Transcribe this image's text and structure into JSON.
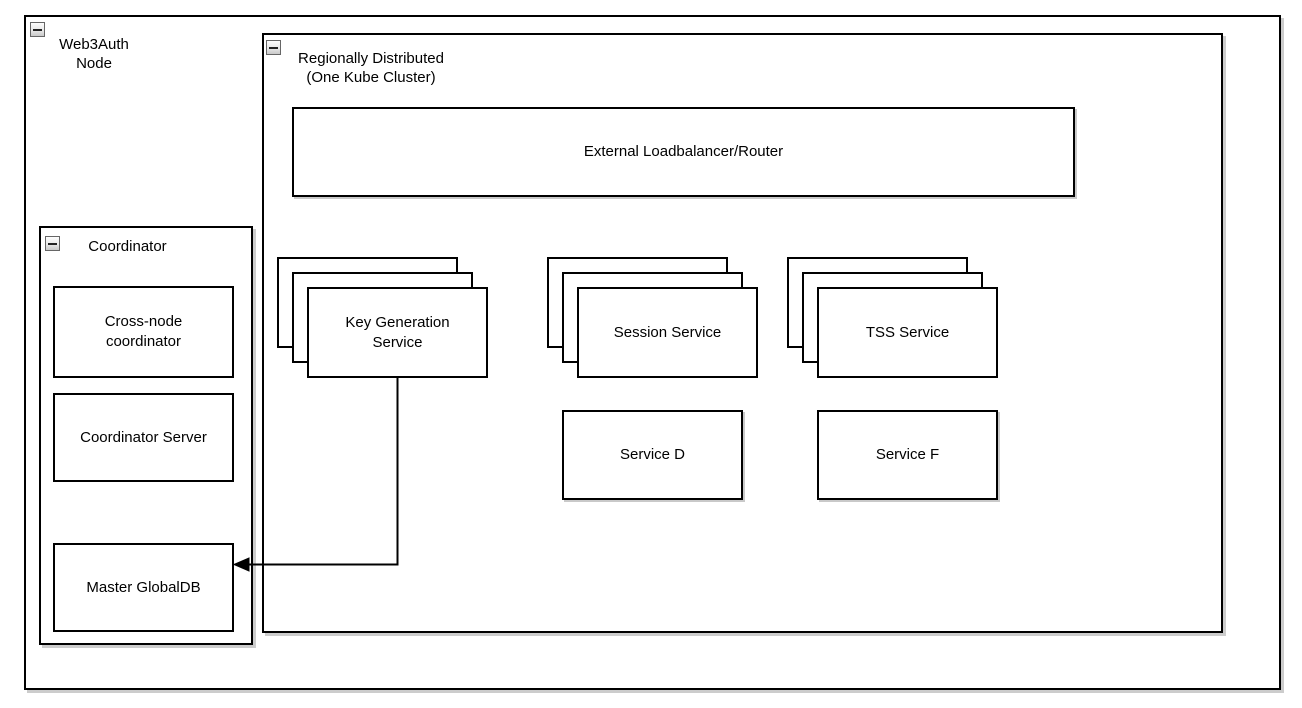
{
  "diagram": {
    "outer_container": {
      "label": "Web3Auth\nNode",
      "collapse_icon": "minus"
    },
    "region_container": {
      "label": "Regionally Distributed\n(One Kube Cluster)",
      "collapse_icon": "minus"
    },
    "loadbalancer": {
      "label": "External Loadbalancer/Router"
    },
    "stacks": [
      {
        "id": "key-generation-service",
        "label": "Key Generation\nService",
        "copies": 3
      },
      {
        "id": "session-service",
        "label": "Session Service",
        "copies": 3
      },
      {
        "id": "tss-service",
        "label": "TSS Service",
        "copies": 3
      }
    ],
    "services": [
      {
        "id": "service-d",
        "label": "Service D"
      },
      {
        "id": "service-f",
        "label": "Service F"
      }
    ],
    "coordinator": {
      "label": "Coordinator",
      "collapse_icon": "minus",
      "children": [
        {
          "id": "cross-node-coordinator",
          "label": "Cross-node\ncoordinator"
        },
        {
          "id": "coordinator-server",
          "label": "Coordinator Server"
        },
        {
          "id": "master-globaldb",
          "label": "Master GlobalDB"
        }
      ]
    },
    "connectors": [
      {
        "from": "key-generation-service",
        "to": "master-globaldb",
        "style": "orthogonal",
        "arrowhead": "filled-triangle-left"
      }
    ],
    "colors": {
      "stroke": "#000000",
      "background": "#ffffff",
      "shadow": "#cccccc",
      "collapse_button_bg": "#e9e9e9"
    }
  }
}
